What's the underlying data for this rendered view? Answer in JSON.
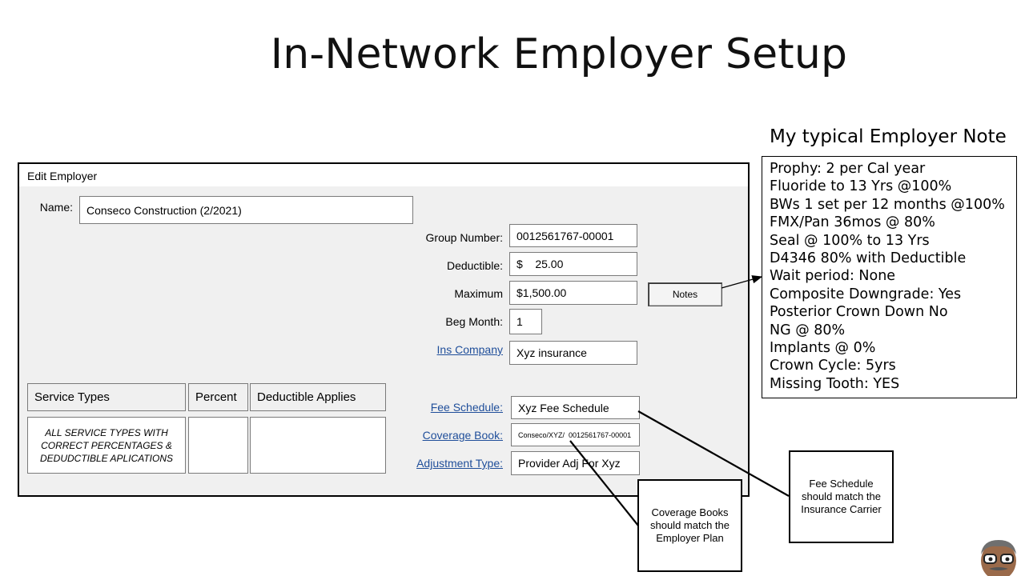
{
  "slide": {
    "title": "In-Network Employer Setup"
  },
  "dialog": {
    "title": "Edit Employer",
    "name_label": "Name:",
    "name_value": "Conseco Construction (2/2021)",
    "group_number_label": "Group Number:",
    "group_number_value": "0012561767-00001",
    "deductible_label": "Deductible:",
    "deductible_value": "$    25.00",
    "maximum_label": "Maximum",
    "maximum_value": "$1,500.00",
    "beg_month_label": "Beg Month:",
    "beg_month_value": "1",
    "ins_company_label": "Ins Company",
    "ins_company_value": "Xyz insurance",
    "notes_button": "Notes",
    "fee_schedule_label": "Fee Schedule:",
    "fee_schedule_value": "Xyz Fee Schedule",
    "coverage_book_label": "Coverage Book:",
    "coverage_book_value": "Conseco/XYZ/  0012561767-00001",
    "adjustment_type_label": "Adjustment Type:",
    "adjustment_type_value": "Provider Adj For Xyz",
    "service_table": {
      "headers": [
        "Service Types",
        "Percent",
        "Deductible  Applies"
      ],
      "placeholder": "ALL SERVICE TYPES WITH CORRECT PERCENTAGES  &  DEDUDCTIBLE  APLICATIONS"
    }
  },
  "note": {
    "heading": "My typical Employer Note",
    "lines": [
      "Prophy: 2  per Cal year",
      "Fluoride to 13 Yrs @100%",
      "BWs 1 set per 12 months @100%",
      "FMX/Pan 36mos @ 80%",
      "Seal @ 100% to 13 Yrs",
      "D4346 80% with Deductible",
      "Wait period: None",
      "Composite Downgrade: Yes",
      "Posterior Crown Down No",
      "NG @ 80%",
      "Implants @ 0%",
      "Crown Cycle: 5yrs",
      "Missing Tooth: YES"
    ]
  },
  "callouts": {
    "fee_schedule": "Fee Schedule should match the Insurance Carrier",
    "coverage_books": "Coverage Books should match the Employer Plan"
  },
  "colors": {
    "link": "#1f4e9a",
    "dialog_bg": "#f0f0f0"
  }
}
